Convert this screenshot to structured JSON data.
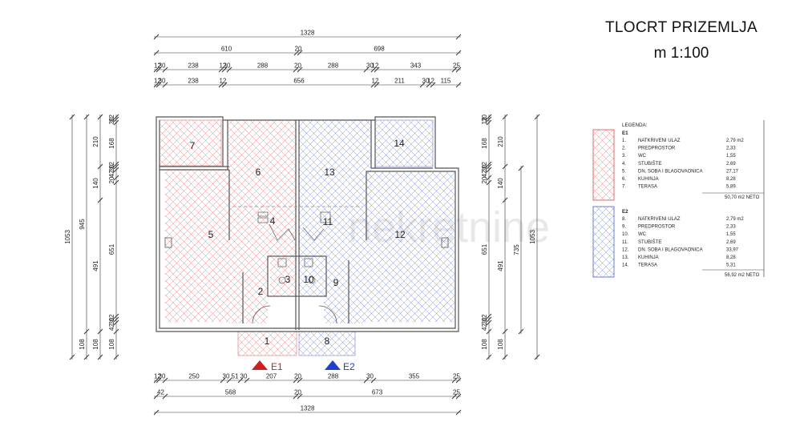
{
  "title": "TLOCRT PRIZEMLJA",
  "scale": "m 1:100",
  "watermark": "nekretnine",
  "rooms": [
    "1",
    "2",
    "3",
    "4",
    "5",
    "6",
    "7",
    "8",
    "9",
    "10",
    "11",
    "12",
    "13",
    "14"
  ],
  "entrances": [
    {
      "label": "E1",
      "color": "#cc1f1f"
    },
    {
      "label": "E2",
      "color": "#1f3fcc"
    }
  ],
  "colors": {
    "e1": "#d84848",
    "e2": "#4a60c8",
    "wall": "#555555"
  },
  "dims": {
    "top_total": "1328",
    "top_r2": [
      "610",
      "20",
      "698"
    ],
    "top_r3": [
      "12",
      "30",
      "238",
      "12",
      "30",
      "288",
      "20",
      "288",
      "30",
      "12",
      "343",
      "25"
    ],
    "top_r4": [
      "12",
      "30",
      "238",
      "12",
      "656",
      "12",
      "211",
      "30",
      "12",
      "115"
    ],
    "bottom_r1": [
      "12",
      "30",
      "250",
      "30",
      "51",
      "30",
      "207",
      "20",
      "288",
      "30",
      "355",
      "25"
    ],
    "bottom_r2": [
      "42",
      "568",
      "20",
      "673",
      "25"
    ],
    "bottom_total": "1328",
    "left_outer": "1053",
    "left_c2": [
      "945",
      "108"
    ],
    "left_c3": [
      "210",
      "140",
      "491",
      "108"
    ],
    "left_c4": [
      "12",
      "30",
      "168",
      "12",
      "30",
      "42",
      "20",
      "651",
      "12",
      "30",
      "42",
      "108"
    ],
    "right_c1": [
      "30",
      "12",
      "168",
      "12",
      "30",
      "42",
      "20",
      "651",
      "12",
      "30",
      "42",
      "108"
    ],
    "right_c2": [
      "210",
      "140",
      "491",
      "108"
    ],
    "right_c3": "735",
    "right_outer": "1053"
  },
  "legend": {
    "header": "LEGENDA:",
    "e1": {
      "label": "E1",
      "items": [
        {
          "num": "1.",
          "name": "NATKRIVENI ULAZ",
          "area": "2,79 m2"
        },
        {
          "num": "2.",
          "name": "PREDPROSTOR",
          "area": "2,33"
        },
        {
          "num": "3.",
          "name": "WC",
          "area": "1,55"
        },
        {
          "num": "4.",
          "name": "STUBIŠTE",
          "area": "2,69"
        },
        {
          "num": "5.",
          "name": "DN. SOBA I BLAGOVAONICA",
          "area": "27,17"
        },
        {
          "num": "6.",
          "name": "KUHINJA",
          "area": "8,28"
        },
        {
          "num": "7.",
          "name": "TERASA",
          "area": "5,89"
        }
      ],
      "total": "50,70 m2 NETO"
    },
    "e2": {
      "label": "E2",
      "items": [
        {
          "num": "8.",
          "name": "NATKRIVENI ULAZ",
          "area": "2,79 m2"
        },
        {
          "num": "9.",
          "name": "PREDPROSTOR",
          "area": "2,33"
        },
        {
          "num": "10.",
          "name": "WC",
          "area": "1,55"
        },
        {
          "num": "11.",
          "name": "STUBIŠTE",
          "area": "2,69"
        },
        {
          "num": "12.",
          "name": "DN. SOBA I BLAGOVAONICA",
          "area": "33,97"
        },
        {
          "num": "13.",
          "name": "KUHINJA",
          "area": "8,28"
        },
        {
          "num": "14.",
          "name": "TERASA",
          "area": "5,31"
        }
      ],
      "total": "56,92 m2 NETO"
    }
  }
}
